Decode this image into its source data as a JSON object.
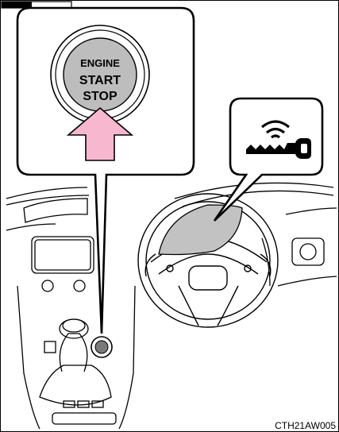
{
  "button_label": {
    "line1": "ENGINE",
    "line2": "START",
    "line3": "STOP"
  },
  "figure_code": "CTH21AW005",
  "icons": {
    "indicator": "smart-key-indicator-icon",
    "arrow": "press-arrow-icon"
  },
  "colors": {
    "arrow_fill": "#f7b7cf",
    "button_face": "#bdbdbd",
    "meter_fill": "#c2c2c2"
  }
}
